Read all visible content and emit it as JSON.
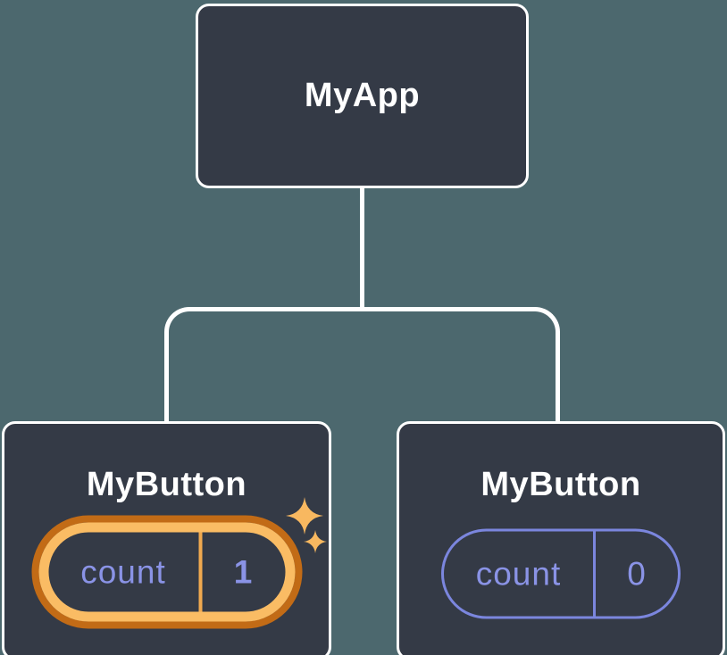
{
  "tree": {
    "root": {
      "label": "MyApp"
    },
    "children": [
      {
        "label": "MyButton",
        "state": {
          "key": "count",
          "value": "1"
        },
        "highlighted": true,
        "icon": "sparkles-icon"
      },
      {
        "label": "MyButton",
        "state": {
          "key": "count",
          "value": "0"
        },
        "highlighted": false
      }
    ]
  },
  "colors": {
    "background": "#4C686E",
    "node-fill": "#343A46",
    "node-border": "#FFFFFF",
    "connector": "#FFFFFF",
    "text-title": "#FFFFFF",
    "text-state": "#8A93E6",
    "pill-outline": "#7B86DE",
    "highlight-outer": "#C26B16",
    "highlight-inner": "#FABC64",
    "highlight-divider": "#F0A94F",
    "sparkle": "#F8B860"
  }
}
